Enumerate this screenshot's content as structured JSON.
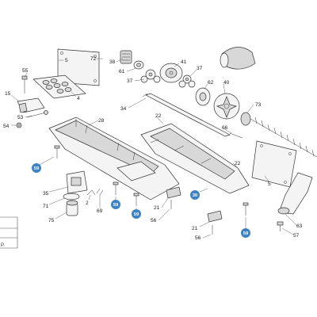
{
  "labels": [
    {
      "id": "5a",
      "text": "5"
    },
    {
      "id": "72",
      "text": "72"
    },
    {
      "id": "38",
      "text": "38"
    },
    {
      "id": "41",
      "text": "41"
    },
    {
      "id": "55",
      "text": "55"
    },
    {
      "id": "61",
      "text": "61"
    },
    {
      "id": "37a",
      "text": "37"
    },
    {
      "id": "37b",
      "text": "37"
    },
    {
      "id": "62",
      "text": "62"
    },
    {
      "id": "40",
      "text": "40"
    },
    {
      "id": "4",
      "text": "4"
    },
    {
      "id": "15",
      "text": "15"
    },
    {
      "id": "34",
      "text": "34"
    },
    {
      "id": "73",
      "text": "73"
    },
    {
      "id": "53",
      "text": "53"
    },
    {
      "id": "54",
      "text": "54"
    },
    {
      "id": "28",
      "text": "28"
    },
    {
      "id": "22a",
      "text": "22"
    },
    {
      "id": "66",
      "text": "66"
    },
    {
      "id": "22b",
      "text": "22"
    },
    {
      "id": "5b",
      "text": "5"
    },
    {
      "id": "35",
      "text": "35"
    },
    {
      "id": "2",
      "text": "2"
    },
    {
      "id": "71",
      "text": "71"
    },
    {
      "id": "69",
      "text": "69"
    },
    {
      "id": "75",
      "text": "75"
    },
    {
      "id": "21a",
      "text": "21"
    },
    {
      "id": "56a",
      "text": "56"
    },
    {
      "id": "21b",
      "text": "21"
    },
    {
      "id": "56b",
      "text": "56"
    },
    {
      "id": "63",
      "text": "63"
    },
    {
      "id": "57",
      "text": "57"
    }
  ],
  "highlighted": [
    {
      "id": "59a",
      "text": "59"
    },
    {
      "id": "59b",
      "text": "59"
    },
    {
      "id": "59c",
      "text": "59"
    },
    {
      "id": "30",
      "text": "30"
    },
    {
      "id": "59d",
      "text": "59"
    }
  ],
  "table": {
    "footer_text": "P."
  },
  "colors": {
    "highlight_bubble": "#3e82c3",
    "line": "#333333",
    "part_fill": "#f4f4f4"
  }
}
